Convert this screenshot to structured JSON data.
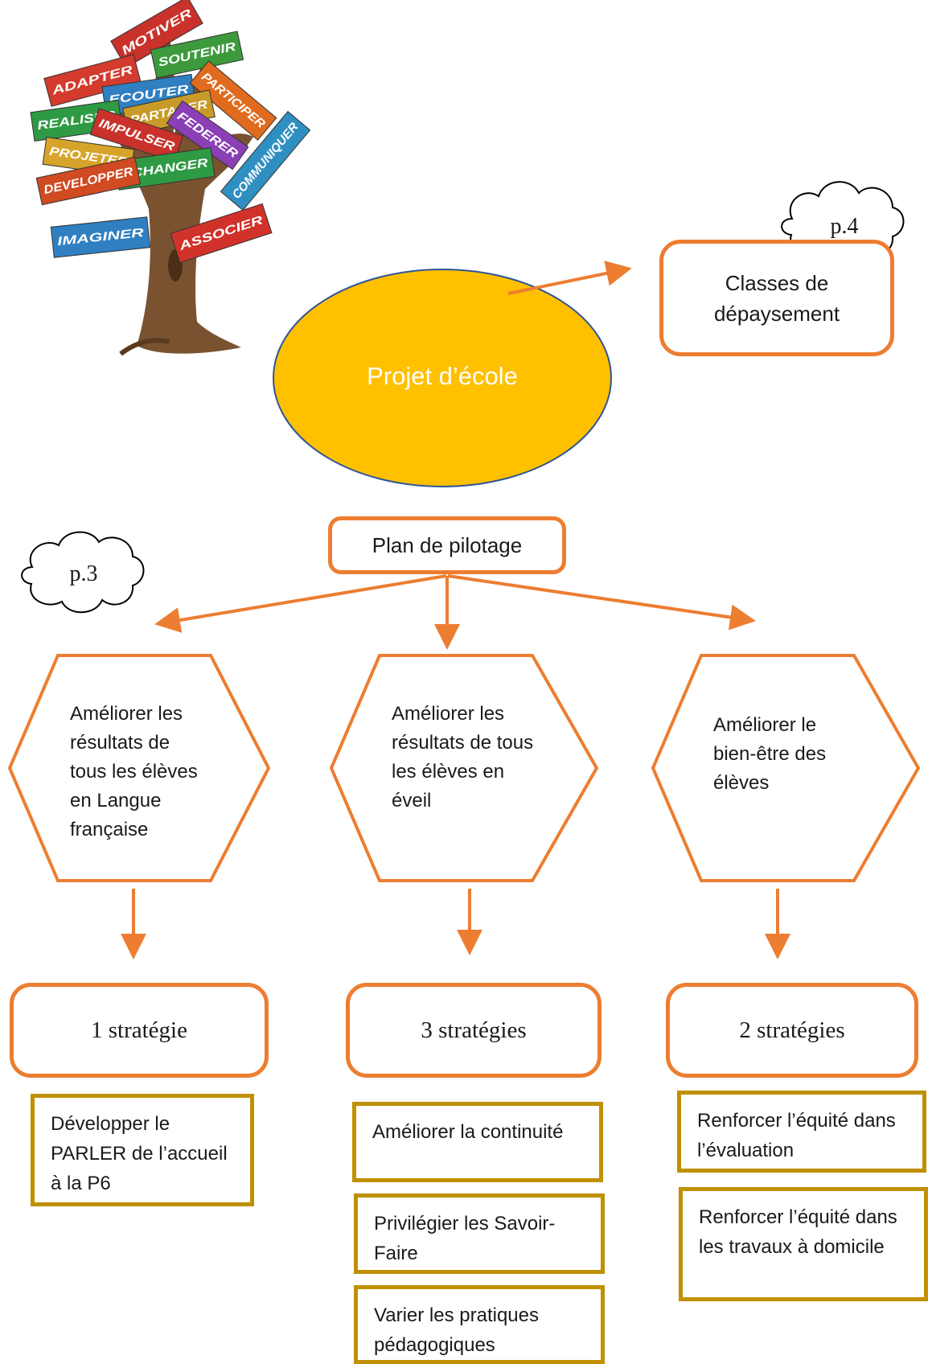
{
  "tree_words": [
    "MOTIVER",
    "SOUTENIR",
    "ADAPTER",
    "ECOUTER",
    "PARTICIPER",
    "REALISER",
    "PARTAGER",
    "IMPULSER",
    "FEDERER",
    "PROJETER",
    "ECHANGER",
    "COMMUNIQUER",
    "DEVELOPPER",
    "IMAGINER",
    "ASSOCIER"
  ],
  "center": {
    "label": "Projet d’école"
  },
  "side_box": {
    "label": "Classes de dépaysement",
    "page_ref": "p.4"
  },
  "pilot": {
    "label": "Plan de pilotage",
    "page_ref": "p.3"
  },
  "columns": [
    {
      "objective": "Améliorer les résultats de tous les élèves en Langue française",
      "count_label": "1 stratégie",
      "strategies": [
        "Développer le PARLER de l’accueil à la P6"
      ]
    },
    {
      "objective": "Améliorer les résultats de tous les élèves en éveil",
      "count_label": "3 stratégies",
      "strategies": [
        "Améliorer la continuité",
        "Privilégier les Savoir-Faire",
        "Varier les pratiques pédagogiques"
      ]
    },
    {
      "objective": "Améliorer le bien-être des élèves",
      "count_label": "2 stratégies",
      "strategies": [
        "Renforcer l’équité dans l’évaluation",
        "Renforcer l’équité dans les travaux à domicile"
      ]
    }
  ]
}
